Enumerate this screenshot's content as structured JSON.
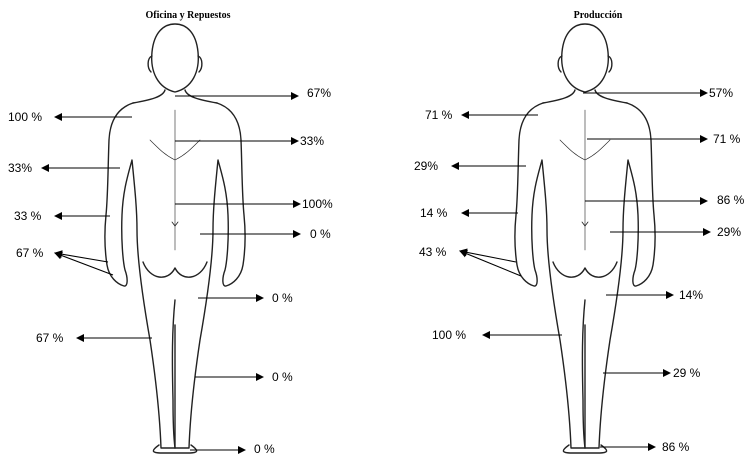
{
  "panels": [
    {
      "title": "Oficina y Repuestos",
      "labels": [
        "67%",
        "100 %",
        "33%",
        "33%",
        "100%",
        "33 %",
        "0 %",
        "67 %",
        "0 %",
        "67 %",
        "0 %",
        "0 %"
      ]
    },
    {
      "title": "Producción",
      "labels": [
        "57%",
        "71 %",
        "71 %",
        "29%",
        "86 %",
        "14 %",
        "29%",
        "43 %",
        "14%",
        "100 %",
        "29 %",
        "86 %"
      ]
    }
  ]
}
